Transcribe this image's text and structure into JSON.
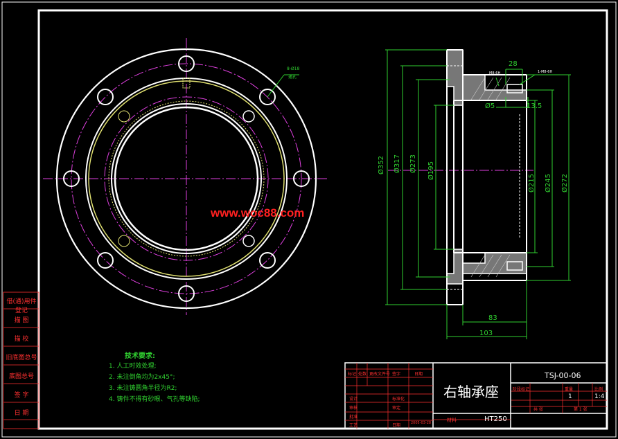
{
  "watermark": "www.woc88.com",
  "left_sidebar": {
    "labels": [
      "借(通)用件登记",
      "描  图",
      "描  校",
      "旧底图总号",
      "底图总号",
      "签  字",
      "日  期"
    ]
  },
  "tech_requirements": {
    "title": "技术要求:",
    "items": [
      "1. 人工时效处理;",
      "2. 未注倒角均为2x45°;",
      "3. 未注铸圆角半径为R2;",
      "4. 铸件不得有砂眼、气孔等缺陷;"
    ]
  },
  "annotations": {
    "hole_callout_top": "8-Ø18",
    "hole_callout_bottom": "通孔",
    "thread_left": "M8-6H",
    "thread_right": "1-M8-6H"
  },
  "dimensions": {
    "d352": "Ø352",
    "d317": "Ø317",
    "d273": "Ø273",
    "d195": "Ø195",
    "d215": "Ø215",
    "d245": "Ø245",
    "d272": "Ø272",
    "d5": "Ø5",
    "d13_5": "13.5",
    "d28": "28",
    "d83": "83",
    "d103": "103"
  },
  "title_block": {
    "part_name": "右轴承座",
    "drawing_no": "TSJ-00-06",
    "material": "HT250",
    "material_label": "材料",
    "stage_label": "阶段标记",
    "weight_label": "重量",
    "scale_label": "比例",
    "qty": "1",
    "scale": "1:4",
    "sheets_total": "共  张",
    "sheet_no": "第 1 张",
    "date": "2005-03-28",
    "rows": [
      "标记",
      "处数",
      "更改文件号",
      "签字",
      "日期"
    ],
    "design": "设计",
    "check": "审核",
    "approve": "批准",
    "process": "工艺",
    "std_check": "标准化",
    "audit": "审定",
    "date_label": "日期"
  },
  "colors": {
    "border": "#ffffff",
    "centerline": "#e040e0",
    "dim": "#30d030",
    "hidden": "#e0e070",
    "section_fill": "#888888",
    "table": "#ff3030"
  }
}
